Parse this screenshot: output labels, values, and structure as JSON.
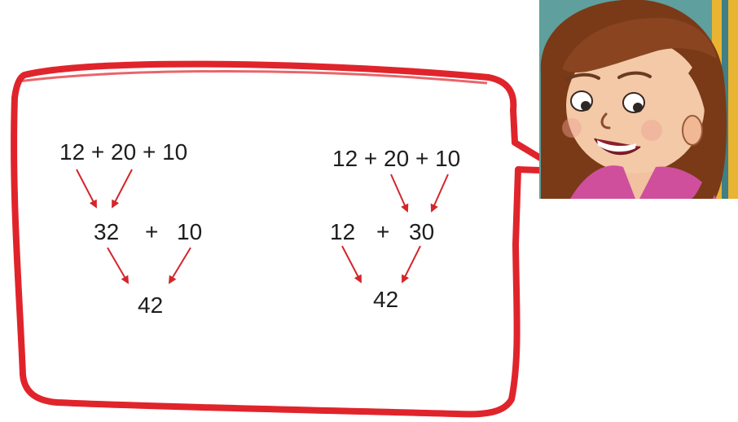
{
  "left_method": {
    "expression": "12 + 20 + 10",
    "step_left": "32",
    "step_operator": "+",
    "step_right": "10",
    "result": "42"
  },
  "right_method": {
    "expression": "12 + 20 + 10",
    "step_left": "12",
    "step_operator": "+",
    "step_right": "30",
    "result": "42"
  },
  "colors": {
    "bubble_border": "#e0242b",
    "arrow": "#d3262b",
    "text": "#1e1e1e",
    "frame_yellow": "#e9b431",
    "frame_teal": "#5f9f9d",
    "hair": "#7a3a17",
    "skin": "#f3c9a8",
    "shirt": "#cf4f9c"
  },
  "illustration": {
    "character": "girl-looking-down-icon"
  }
}
